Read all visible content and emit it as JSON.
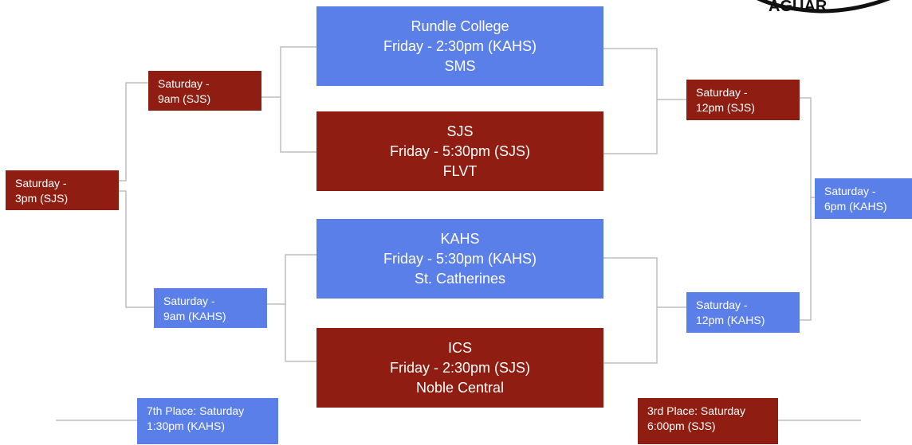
{
  "logo": {
    "text": "AGUAR"
  },
  "quarterfinals": [
    {
      "team1": "Rundle College",
      "time": "Friday - 2:30pm (KAHS)",
      "team2": "SMS",
      "color": "#5b7fe8"
    },
    {
      "team1": "SJS",
      "time": "Friday - 5:30pm (SJS)",
      "team2": "FLVT",
      "color": "#8f1d11"
    },
    {
      "team1": "KAHS",
      "time": "Friday - 5:30pm (KAHS)",
      "team2": "St. Catherines",
      "color": "#5b7fe8"
    },
    {
      "team1": "ICS",
      "time": "Friday - 2:30pm (SJS)",
      "team2": "Noble Central",
      "color": "#8f1d11"
    }
  ],
  "consolation": {
    "semi_top": {
      "line1": "Saturday -",
      "line2": "9am (SJS)"
    },
    "semi_bottom": {
      "line1": "Saturday -",
      "line2": "9am (KAHS)"
    },
    "final": {
      "line1": "Saturday -",
      "line2": "3pm (SJS)"
    },
    "seventh_place": {
      "line1": "7th Place: Saturday",
      "line2": "1:30pm (KAHS)"
    }
  },
  "championship": {
    "semi_top": {
      "line1": "Saturday -",
      "line2": "12pm (SJS)"
    },
    "semi_bottom": {
      "line1": "Saturday -",
      "line2": "12pm (KAHS)"
    },
    "final": {
      "line1": "Saturday -",
      "line2": "6pm (KAHS)"
    },
    "third_place": {
      "line1": "3rd Place: Saturday",
      "line2": "6:00pm (SJS)"
    }
  },
  "colors": {
    "blue": "#5b7fe8",
    "red": "#8f1d11",
    "connector": "#bdbdbd"
  }
}
